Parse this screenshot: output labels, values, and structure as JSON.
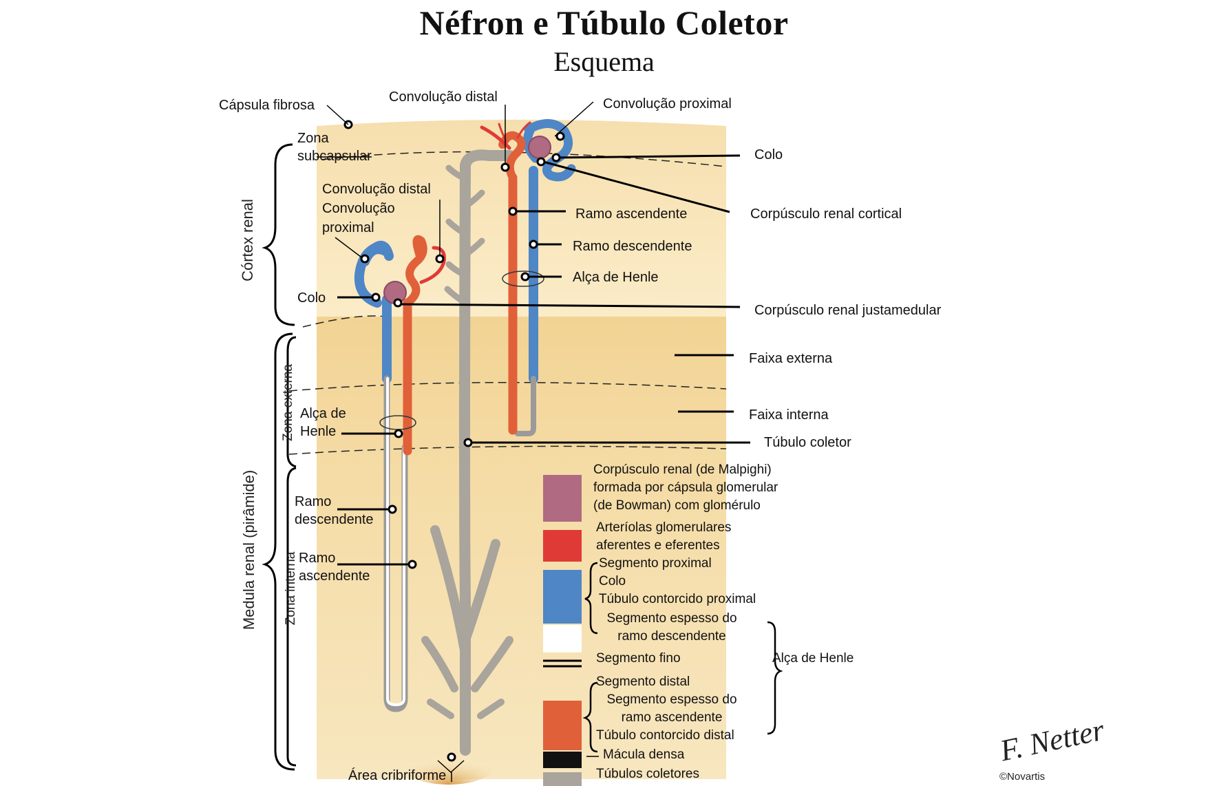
{
  "title": "Néfron e Túbulo Coletor",
  "subtitle": "Esquema",
  "labels": {
    "capsula_fibrosa": "Cápsula fibrosa",
    "convolucao_distal_top": "Convolução distal",
    "convolucao_proximal_top": "Convolução proximal",
    "zona_subcapsular_1": "Zona",
    "zona_subcapsular_2": "subcapsular",
    "colo_right": "Colo",
    "corpusculo_cortical": "Corpúsculo renal cortical",
    "ramo_ascendente_top": "Ramo ascendente",
    "ramo_descendente_top": "Ramo descendente",
    "alca_henle_top": "Alça de Henle",
    "convolucao_distal_left": "Convolução distal",
    "convolucao_proximal_left_1": "Convolução",
    "convolucao_proximal_left_2": "proximal",
    "colo_left": "Colo",
    "corpusculo_justamedular": "Corpúsculo renal justamedular",
    "faixa_externa": "Faixa externa",
    "faixa_interna": "Faixa interna",
    "tubulo_coletor": "Túbulo coletor",
    "alca_henle_left_1": "Alça de",
    "alca_henle_left_2": "Henle",
    "ramo_descendente_bottom_1": "Ramo",
    "ramo_descendente_bottom_2": "descendente",
    "ramo_ascendente_bottom_1": "Ramo",
    "ramo_ascendente_bottom_2": "ascendente",
    "area_cribriforme": "Área cribriforme",
    "cortex_renal": "Córtex renal",
    "medula_renal": "Medula renal (pirâmide)",
    "zona_externa": "Zona externa",
    "zona_interna": "Zona interna"
  },
  "legend": {
    "corpusculo_1": "Corpúsculo renal (de Malpighi)",
    "corpusculo_2": "formada por cápsula glomerular",
    "corpusculo_3": "(de Bowman) com glomérulo",
    "arteriolas_1": "Arteríolas glomerulares",
    "arteriolas_2": "aferentes e eferentes",
    "proximal_1": "Segmento proximal",
    "proximal_2": "Colo",
    "proximal_3": "Túbulo contorcido proximal",
    "espesso_desc_1": "Segmento espesso do",
    "espesso_desc_2": "ramo descendente",
    "fino": "Segmento fino",
    "distal_1": "Segmento distal",
    "espesso_asc_1": "Segmento espesso do",
    "espesso_asc_2": "ramo ascendente",
    "contorcido_distal": "Túbulo contorcido distal",
    "macula_densa": "Mácula densa",
    "tubulos_coletores": "Túbulos coletores",
    "alca_de_henle": "Alça de Henle"
  },
  "colors": {
    "cortex": "#f9e6b8",
    "medulla_outer": "#f3d69a",
    "medulla_inner": "#f6e1b0",
    "corpuscle": "#b06a82",
    "arteriole": "#e03a36",
    "proximal": "#4f86c6",
    "distal": "#e0603a",
    "macula": "#111111",
    "collecting": "#a9a49c"
  },
  "signature": "F. Netter",
  "copyright": "©Novartis"
}
